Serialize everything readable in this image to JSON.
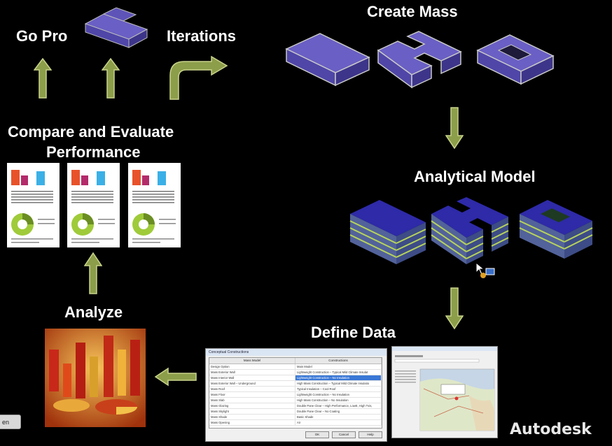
{
  "labels": {
    "go_pro": "Go Pro",
    "iterations": "Iterations",
    "create_mass": "Create Mass",
    "compare_line1": "Compare and Evaluate",
    "compare_line2": "Performance",
    "analytical_model": "Analytical Model",
    "analyze": "Analyze",
    "define_data": "Define Data",
    "brand": "Autodesk",
    "open_button": "en"
  },
  "dialog": {
    "title": "Conceptual Constructions",
    "col1": "Mass Model",
    "col2": "Constructions",
    "rows": [
      [
        "Design Option",
        "Main Model"
      ],
      [
        "Mass Exterior Wall",
        "Lightweight Construction – Typical Mild Climate Insulat"
      ],
      [
        "Mass Interior Wall",
        "Lightweight Construction – No Insulation"
      ],
      [
        "Mass Exterior Wall – Underground",
        "High Mass Construction – Typical Mild Climate Insulatio"
      ],
      [
        "Mass Roof",
        "Typical Insulation – Cool Roof"
      ],
      [
        "Mass Floor",
        "Lightweight Construction – No Insulation"
      ],
      [
        "Mass Slab",
        "High Mass Construction – No Insulation"
      ],
      [
        "Mass Glazing",
        "Double Pane Clear – High Performance, LowE, High Tvis,"
      ],
      [
        "Mass Skylight",
        "Double Pane Clear – No Coating"
      ],
      [
        "Mass Shade",
        "Basic Shade"
      ],
      [
        "Mass Opening",
        "Air"
      ]
    ],
    "ok": "OK",
    "cancel": "Cancel",
    "help": "Help"
  },
  "colors": {
    "arrow_fill": "#8c9e4a",
    "arrow_stroke": "#c9d38a",
    "mass_top": "#6a5fc4",
    "mass_front": "#4f46a8",
    "mass_side": "#3d358a"
  }
}
